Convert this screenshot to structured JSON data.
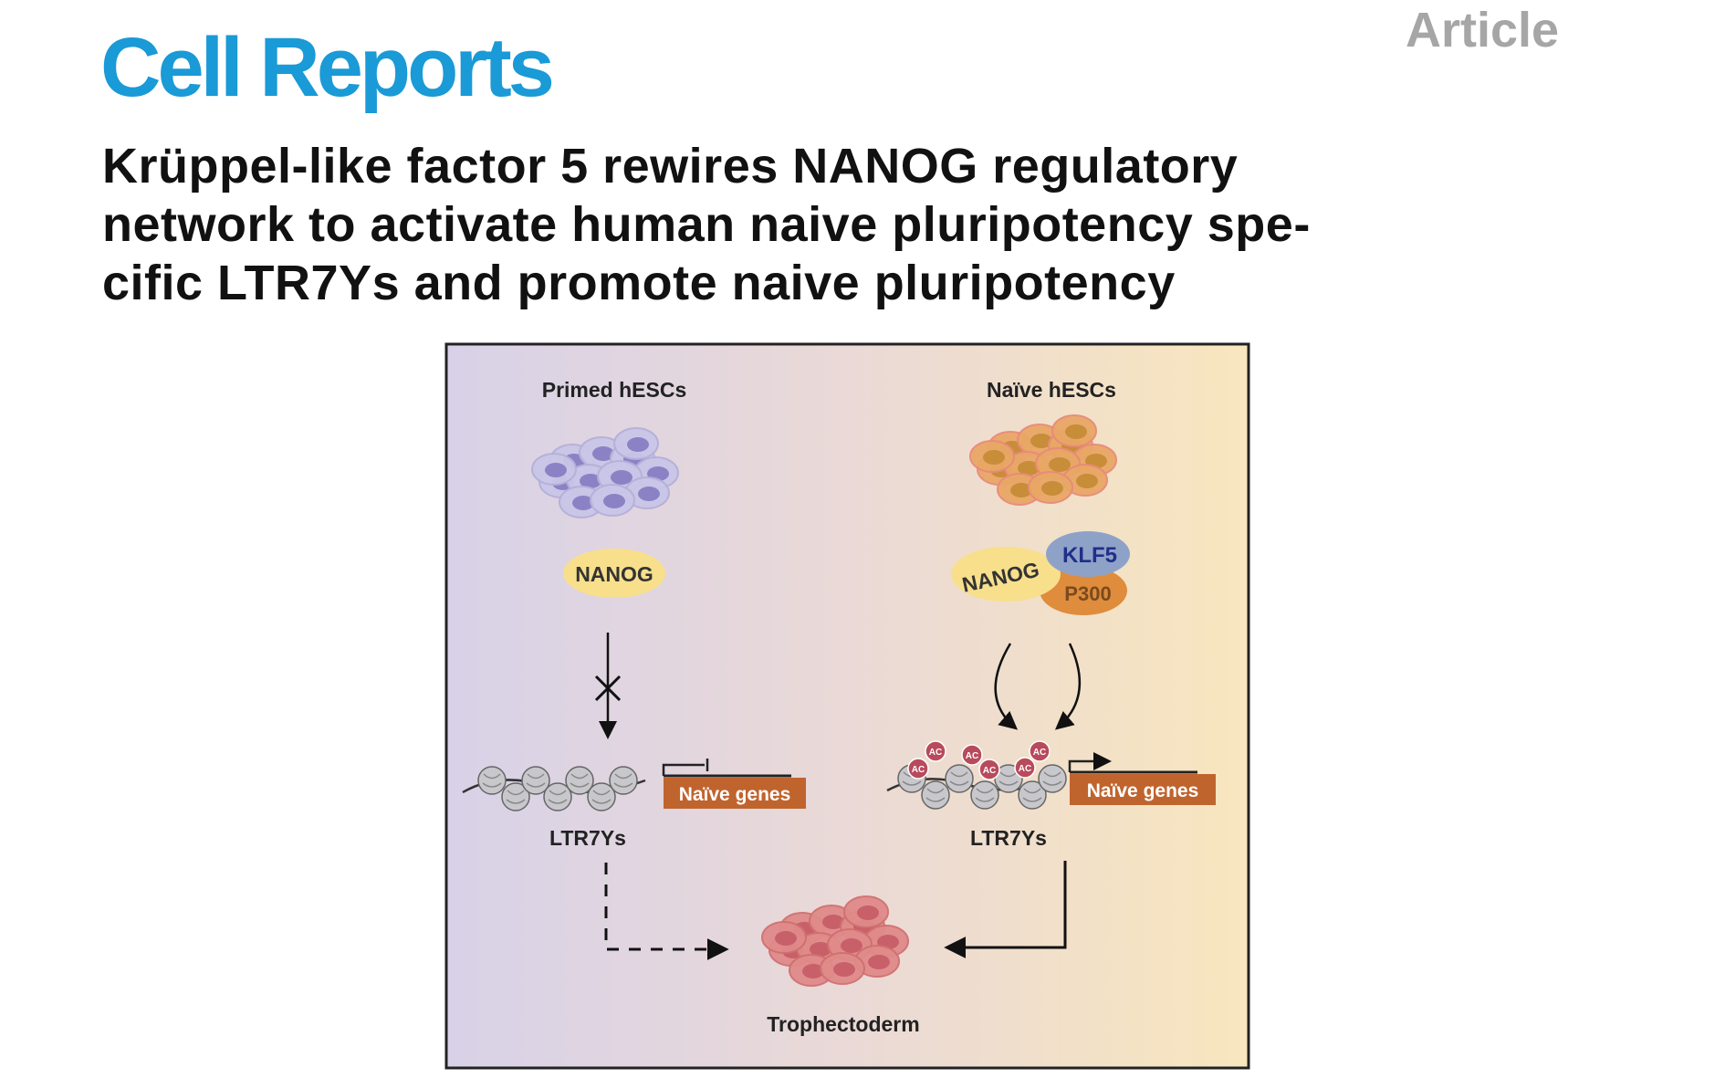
{
  "header": {
    "journal": "Cell Reports",
    "article_type": "Article"
  },
  "title_lines": [
    "Krüppel-like factor 5 rewires NANOG regulatory",
    "network to activate human naive pluripotency spe-",
    "cific LTR7Ys and promote naive pluripotency"
  ],
  "graphical_abstract": {
    "primed_label": "Primed hESCs",
    "naive_label": "Naïve hESCs",
    "nanog_left": "NANOG",
    "nanog_right": "NANOG",
    "klf5": "KLF5",
    "p300": "P300",
    "naive_genes_left": "Naïve genes",
    "naive_genes_right": "Naïve genes",
    "ltr7ys_left": "LTR7Ys",
    "ltr7ys_right": "LTR7Ys",
    "acetyl_mark": "AC",
    "trophectoderm": "Trophectoderm",
    "colors": {
      "left_bg": "#d8d2e8",
      "right_bg": "#f8e6be",
      "primed_cell": "#c9c6e8",
      "primed_nucleus": "#8b82c6",
      "naive_cell": "#e9a766",
      "naive_nucleus": "#c88d38",
      "nanog": "#f8df8c",
      "klf5": "#8ea2c8",
      "klf5_text": "#1f2f8a",
      "p300": "#df8c3c",
      "gene_box": "#c0642e",
      "ac_mark": "#b84a5c",
      "tropho_cell": "#e08a8a",
      "tropho_nucleus": "#c8606a"
    }
  }
}
